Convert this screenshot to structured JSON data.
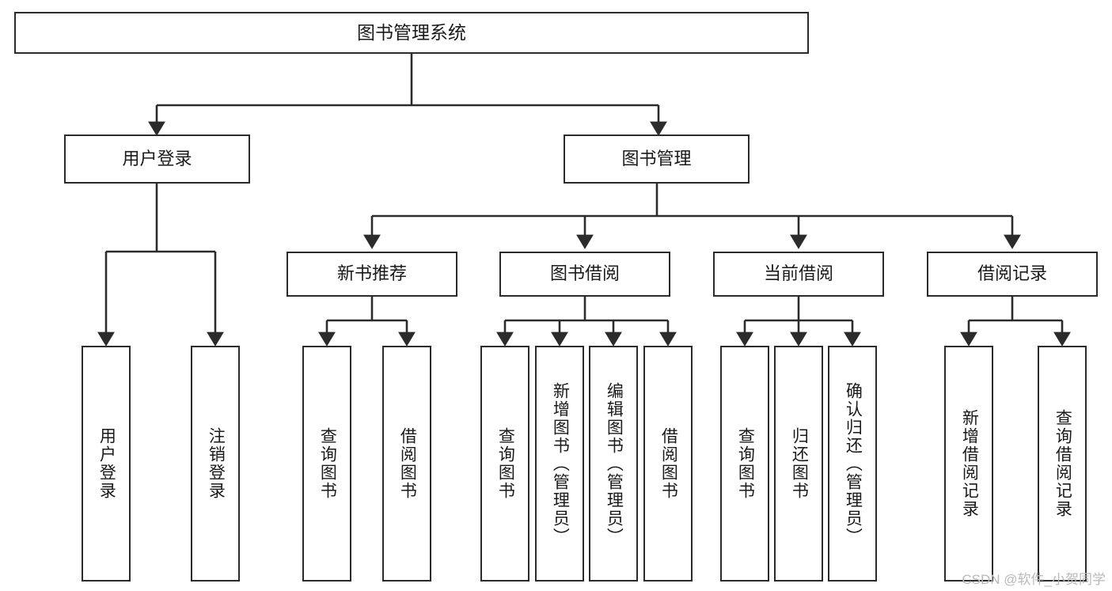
{
  "diagram": {
    "title": "图书管理系统",
    "type": "hierarchy-tree",
    "watermark": "CSDN @软件_小贺同学",
    "colors": {
      "box_border": "#2b2b2b",
      "box_fill": "#ffffff",
      "connector": "#2b2b2b",
      "text": "#1a1a1a",
      "watermark": "#b9b9b9",
      "background": "#ffffff"
    },
    "root": {
      "label": "图书管理系统"
    },
    "level2": [
      {
        "id": "user-login",
        "label": "用户登录"
      },
      {
        "id": "book-management",
        "label": "图书管理"
      }
    ],
    "level3": [
      {
        "id": "new-book-recommend",
        "label": "新书推荐"
      },
      {
        "id": "book-borrow",
        "label": "图书借阅"
      },
      {
        "id": "current-borrow",
        "label": "当前借阅"
      },
      {
        "id": "borrow-record",
        "label": "借阅记录"
      }
    ],
    "leaves": {
      "user_login": [
        {
          "id": "leaf-user-login",
          "label": "用户登录"
        },
        {
          "id": "leaf-logout-login",
          "label": "注销登录"
        }
      ],
      "new_book_recommend": [
        {
          "id": "leaf-query-book-1",
          "label": "查询图书"
        },
        {
          "id": "leaf-borrow-book-1",
          "label": "借阅图书"
        }
      ],
      "book_borrow": [
        {
          "id": "leaf-query-book-2",
          "label": "查询图书"
        },
        {
          "id": "leaf-add-book",
          "label": "新增图书（管理员）"
        },
        {
          "id": "leaf-edit-book",
          "label": "编辑图书（管理员）"
        },
        {
          "id": "leaf-borrow-book-2",
          "label": "借阅图书"
        }
      ],
      "current_borrow": [
        {
          "id": "leaf-query-book-3",
          "label": "查询图书"
        },
        {
          "id": "leaf-return-book",
          "label": "归还图书"
        },
        {
          "id": "leaf-confirm-return",
          "label": "确认归还（管理员）"
        }
      ],
      "borrow_record": [
        {
          "id": "leaf-add-record",
          "label": "新增借阅记录"
        },
        {
          "id": "leaf-query-record",
          "label": "查询借阅记录"
        }
      ]
    }
  }
}
